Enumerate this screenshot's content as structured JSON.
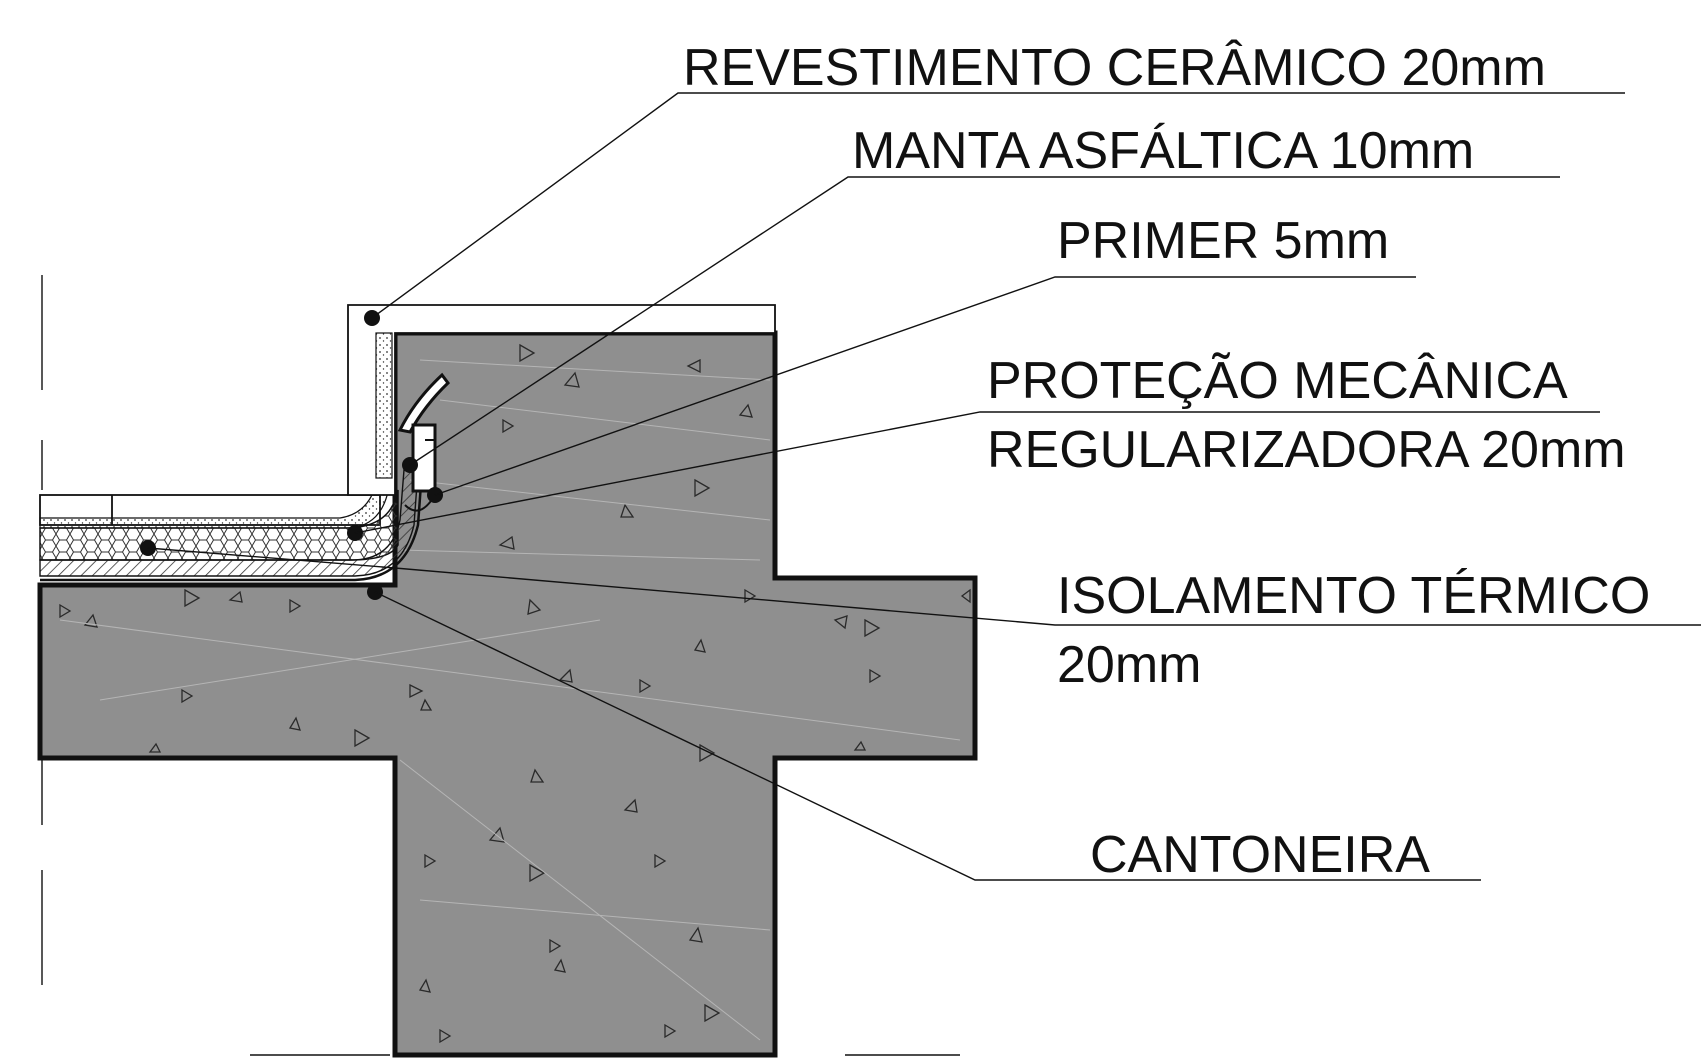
{
  "colors": {
    "background": "#ffffff",
    "concrete": "#8f8f8f",
    "outline": "#111111",
    "label_text": "#111111"
  },
  "labels": {
    "ceramic": "REVESTIMENTO CERÂMICO 20mm",
    "membrane": "MANTA ASFÁLTICA 10mm",
    "primer": "PRIMER 5mm",
    "protection_line1": "PROTEÇÃO MECÂNICA",
    "protection_line2": "REGULARIZADORA 20mm",
    "insulation_line1": "ISOLAMENTO TÉRMICO",
    "insulation_line2": "20mm",
    "angle": "CANTONEIRA"
  }
}
